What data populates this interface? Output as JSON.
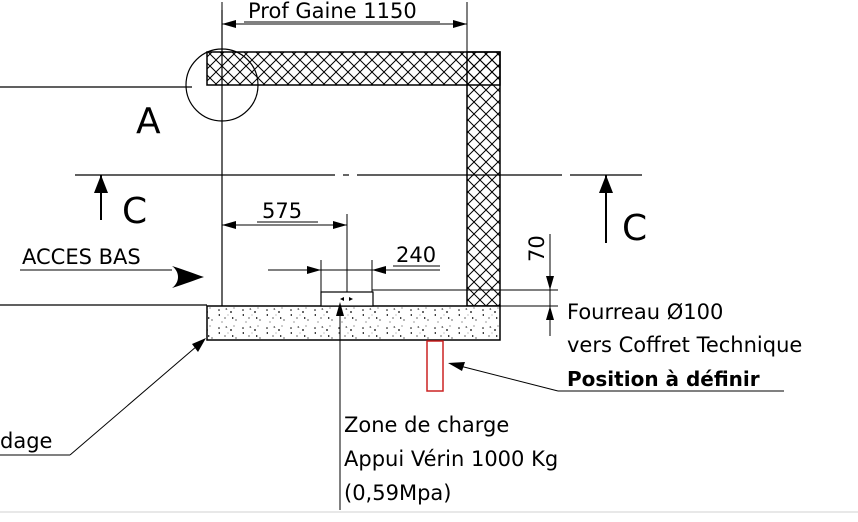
{
  "drawing": {
    "dimensions": {
      "gaine_depth": "Prof Gaine 1150",
      "offset_575": "575",
      "offset_240": "240",
      "height_70": "70"
    },
    "detail_marker": "A",
    "section_left": "C",
    "section_right": "C",
    "access_label": "ACCES BAS",
    "fourreau": {
      "line1": "Fourreau Ø100",
      "line2": "vers Coffret Technique",
      "line3": "Position à définir"
    },
    "charge_zone": {
      "line1": "Zone de charge",
      "line2": "Appui Vérin 1000 Kg",
      "line3": "(0,59Mpa)"
    },
    "slab_label": "dage"
  },
  "colors": {
    "line": "#000000",
    "fourreau": "#cc2222",
    "bottom_rule": "#d0d0d0"
  }
}
